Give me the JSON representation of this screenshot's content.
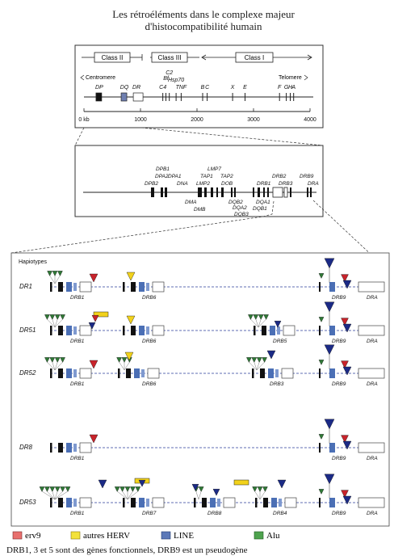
{
  "title_line1": "Les rétroéléments dans le complexe majeur",
  "title_line2": "d'histocompatibilité humain",
  "map": {
    "classes": [
      "Class II",
      "Class III",
      "Class I"
    ],
    "centromere": "Centromere",
    "telomere": "Telomere",
    "genes_top": [
      {
        "label": "DP",
        "kb": 270
      },
      {
        "label": "DQ",
        "kb": 715
      },
      {
        "label": "DR",
        "kb": 930
      },
      {
        "label": "C4",
        "kb": 1395
      },
      {
        "label": "Bf",
        "kb": 1450
      },
      {
        "label": "C2",
        "kb": 1510
      },
      {
        "label": "Hsp70",
        "kb": 1630
      },
      {
        "label": "TNF",
        "kb": 1720
      },
      {
        "label": "B",
        "kb": 2100
      },
      {
        "label": "C",
        "kb": 2180
      },
      {
        "label": "X",
        "kb": 2630
      },
      {
        "label": "E",
        "kb": 2850
      },
      {
        "label": "F",
        "kb": 3460
      },
      {
        "label": "G",
        "kb": 3580
      },
      {
        "label": "H",
        "kb": 3650
      },
      {
        "label": "A",
        "kb": 3710
      }
    ],
    "scale_ticks": [
      "0 kb",
      "1000",
      "2000",
      "3000",
      "4000"
    ]
  },
  "class2_labels": {
    "upper": [
      "DPB1",
      "DPA2",
      "DPA1",
      "DPB2",
      "LMP7",
      "TAP1",
      "LMP2",
      "TAP2",
      "DOB",
      "DRB2",
      "DRB9",
      "DRB1",
      "DRB3",
      "DRA"
    ],
    "lower": [
      "DMA",
      "DMB",
      "DQB2",
      "DQA2",
      "DQB3",
      "DQA1",
      "DQB1"
    ],
    "dna": "DNA"
  },
  "haplotypes_header": "Hapiotypes",
  "haplotypes": [
    {
      "name": "DR1",
      "genes": [
        "DRB1",
        "DRB6",
        "DRB9",
        "DRA"
      ]
    },
    {
      "name": "DR51",
      "genes": [
        "DRB1",
        "DRB6",
        "DRB5",
        "DRB9",
        "DRA"
      ]
    },
    {
      "name": "DR52",
      "genes": [
        "DRB1",
        "DRB6",
        "DRB3",
        "DRB9",
        "DRA"
      ]
    },
    {
      "name": "DR8",
      "genes": [
        "DRB1",
        "DRB9",
        "DRA"
      ]
    },
    {
      "name": "DR53",
      "genes": [
        "DRB1",
        "DRB7",
        "DRB8",
        "DRB4",
        "DRB9",
        "DRA"
      ]
    }
  ],
  "legend": [
    {
      "label": "erv9",
      "color": "#e8706e"
    },
    {
      "label": "autres HERV",
      "color": "#f3e23a"
    },
    {
      "label": "LINE",
      "color": "#5b78b8"
    },
    {
      "label": "Alu",
      "color": "#4ea34e"
    }
  ],
  "footer": "DRB1, 3 et 5 sont des gènes fonctionnels, DRB9 est un pseudogène",
  "colors": {
    "erv9": "#c8232b",
    "herv": "#f2d21b",
    "line": "#4b6fb5",
    "alu": "#2f7a36",
    "navy": "#1b2a86"
  }
}
